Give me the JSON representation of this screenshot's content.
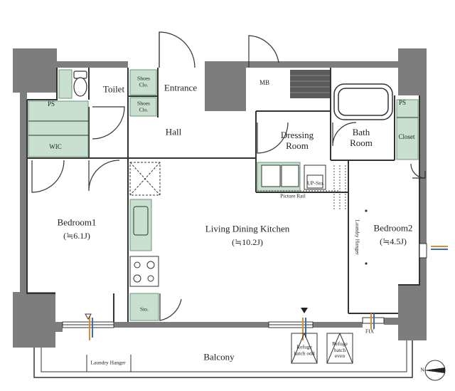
{
  "rooms": {
    "toilet": "Toilet",
    "shoes_clo_1": "Shoes Clo.",
    "shoes_clo_2": "Shoes Clo.",
    "entrance": "Entrance",
    "mb": "MB",
    "ps_left": "PS",
    "ps_right": "PS",
    "wic": "WIC",
    "hall": "Hall",
    "dressing_room": "Dressing Room",
    "bath_room": "Bath Room",
    "closet": "Closet",
    "bedroom1": "Bedroom1",
    "bedroom1_area": "(≒6.1J)",
    "ldk": "Living Dining Kitchen",
    "ldk_area": "(≒10.2J)",
    "bedroom2": "Bedroom2",
    "bedroom2_area": "(≒4.5J)",
    "sto": "Sto.",
    "balcony": "Balcony"
  },
  "fixtures": {
    "picture_rail": "Picture Rail",
    "up_sto": "UP-Sto.",
    "laundry_hanger_v": "Laundry Hanger",
    "laundry_hanger_balcony": "Laundry Hanger",
    "fix": "FIX",
    "refuge_odd": "Refuge hatch odd",
    "refuge_even": "Refuge hatch even"
  },
  "compass": {
    "north": "N"
  },
  "colors": {
    "wall": "#7d7d7d",
    "storage": "#c9dfcf",
    "storage_stroke": "#6a9a7a",
    "line": "#333333",
    "accent_orange": "#e08a2a",
    "accent_blue": "#3b6fb5"
  }
}
